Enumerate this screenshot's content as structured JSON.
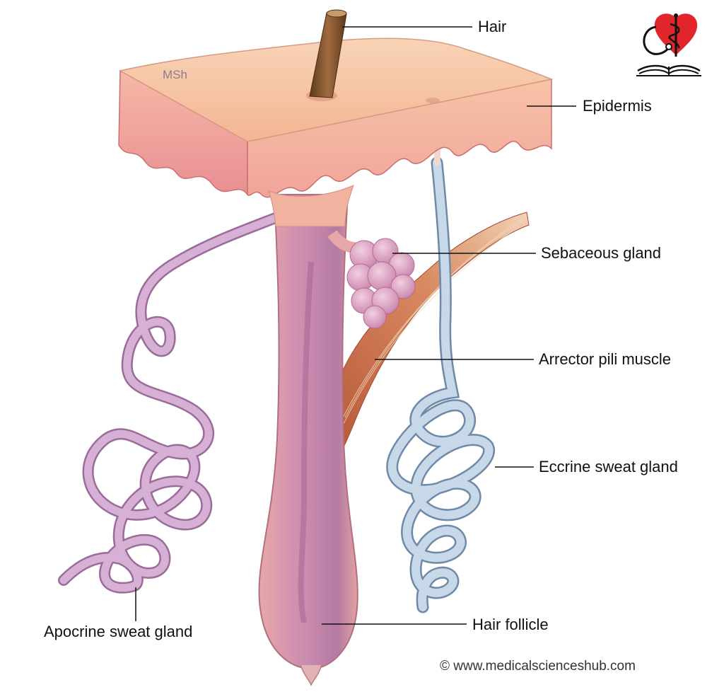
{
  "diagram": {
    "labels": {
      "hair": "Hair",
      "epidermis": "Epidermis",
      "sebaceous_gland": "Sebaceous gland",
      "arrector_pili_muscle": "Arrector pili muscle",
      "eccrine_sweat_gland": "Eccrine sweat gland",
      "hair_follicle": "Hair follicle",
      "apocrine_sweat_gland": "Apocrine sweat gland"
    },
    "watermark": "MSh",
    "copyright": "© www.medicalscienceshub.com"
  },
  "colors": {
    "skin_top": "#f7c6a6",
    "skin_side": "#f0a3a0",
    "follicle": "#c98aa6",
    "apocrine": "#c99ac6",
    "eccrine": "#a9c1d8",
    "muscle": "#c46a4a",
    "hair": "#8a5a34",
    "logo_heart": "#e0262b"
  },
  "icons": {
    "logo": "heart-caduceus-book-logo"
  }
}
